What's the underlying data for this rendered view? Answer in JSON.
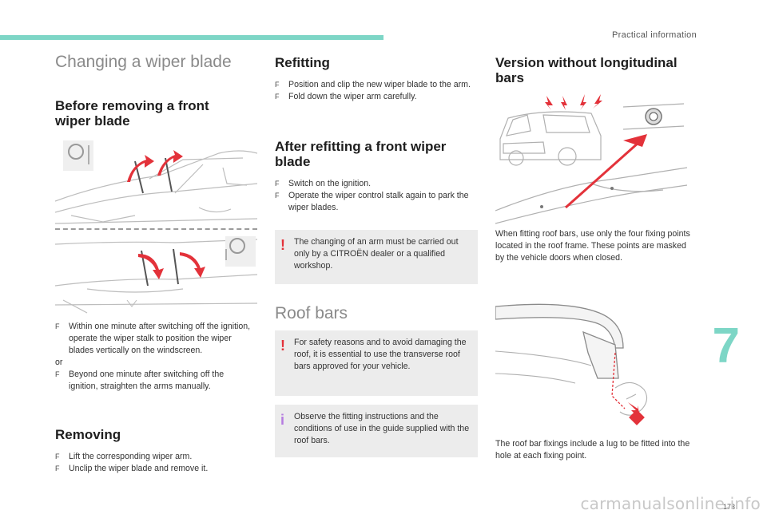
{
  "header": {
    "section": "Practical information",
    "chapter": "7",
    "page_number": "173"
  },
  "watermark": "carmanualsonline.info",
  "col1": {
    "title": "Changing a wiper blade",
    "before_heading": "Before removing a front wiper blade",
    "steps": [
      "Within one minute after switching off the ignition, operate the wiper stalk to position the wiper blades vertically on the windscreen."
    ],
    "or_label": "or",
    "steps2": [
      "Beyond one minute after switching off the ignition, straighten the arms manually."
    ],
    "removing_heading": "Removing",
    "removing_steps": [
      "Lift the corresponding wiper arm.",
      "Unclip the wiper blade and remove it."
    ]
  },
  "col2": {
    "refitting_heading": "Refitting",
    "refitting_steps": [
      "Position and clip the new wiper blade to the arm.",
      "Fold down the wiper arm carefully."
    ],
    "after_heading": "After refitting a front wiper blade",
    "after_steps": [
      "Switch on the ignition.",
      "Operate the wiper control stalk again to park the wiper blades."
    ],
    "warning_arm": "The changing of an arm must be carried out only by a CITROËN dealer or a qualified workshop.",
    "roof_title": "Roof bars",
    "warning_roof": "For safety reasons and to avoid damaging the roof, it is essential to use the transverse roof bars approved for your vehicle.",
    "info_roof": "Observe the fitting instructions and the conditions of use in the guide supplied with the roof bars."
  },
  "col3": {
    "heading": "Version without longitudinal bars",
    "text1": "When fitting roof bars, use only the four fixing points located in the roof frame. These points are masked by the vehicle doors when closed.",
    "text2": "The roof bar fixings include a lug to be fitted into the hole at each fixing point."
  },
  "symbols": {
    "bullet": "F",
    "warning": "!",
    "info": "i"
  },
  "colors": {
    "accent": "#7dd6c6",
    "warning": "#e3323a",
    "info": "#b57be0",
    "arrow": "#e3323a"
  }
}
